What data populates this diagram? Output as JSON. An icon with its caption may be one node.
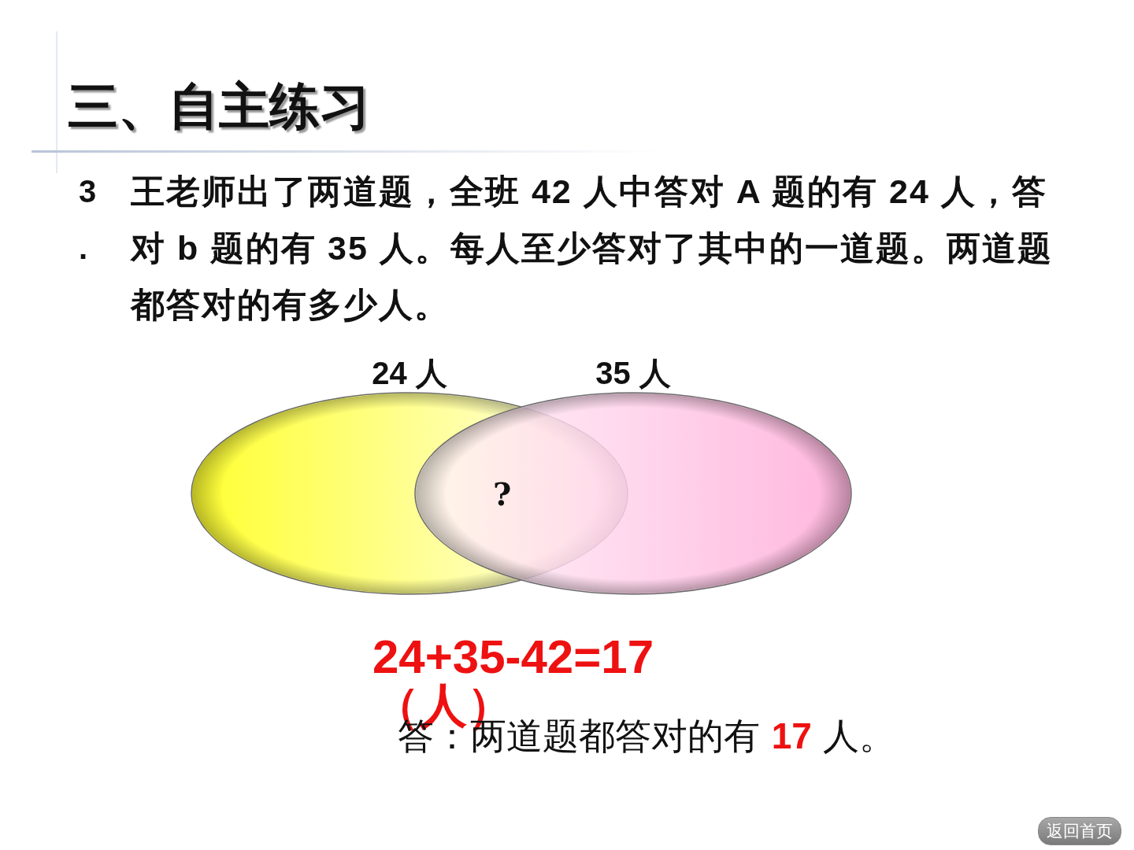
{
  "diagram": {
    "title": "三、自主练习",
    "nodes": [
      {
        "text": [
          "24 人"
        ]
      },
      {
        "text": [
          "35 人"
        ]
      }
    ],
    "labels": [
      "3.",
      "王老师出了两道题，全班 42 人中答对 A 题的有 24 人，答对 b 题的有 35 人。每人至少答对了其中的一道题。两道题都答对的有多少人。",
      "?",
      "24+35-42=17（人）",
      "答：两道题都答对的有 **17** 人。",
      "返回首页"
    ]
  }
}
